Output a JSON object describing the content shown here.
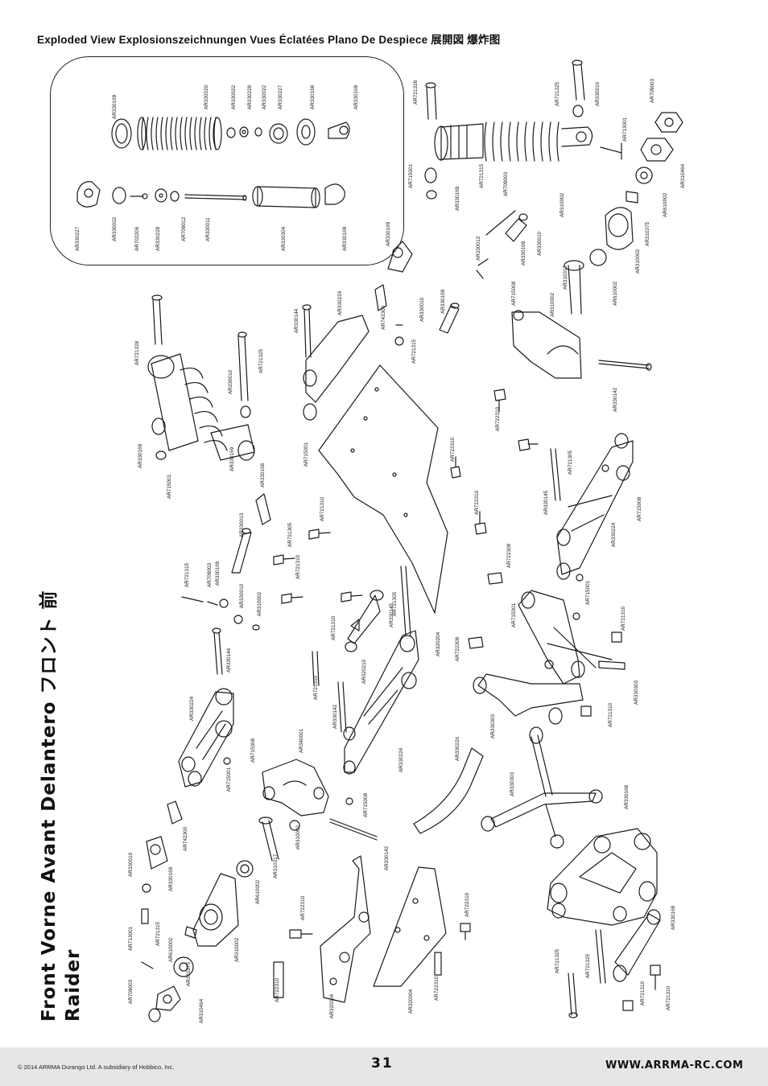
{
  "header": {
    "title": "Exploded View  Explosionszeichnungen  Vues Éclatées  Plano De Despiece  展開図  爆炸图"
  },
  "side_title": {
    "line1": "Front    Vorne    Avant    Delantero    フロント  前",
    "line2": "Raider"
  },
  "footer": {
    "copyright": "© 2014 ARRMA Durango Ltd. A subsidiary of Hobbico, Inc.",
    "page_number": "31",
    "website": "WWW.ARRMA-RC.COM"
  },
  "part_labels": {
    "inset_top": [
      "AR330169",
      "AR330020",
      "AR330022",
      "AR330228",
      "AR330022",
      "AR330227",
      "AR330168",
      "AR330169"
    ],
    "inset_bottom": [
      "AR330227",
      "AR330022",
      "AR702206",
      "AR330228",
      "AR709012",
      "AR330011",
      "AR330304",
      "AR330169"
    ],
    "right_top": [
      "AR721328",
      "AR721325",
      "AR330010",
      "AR709003",
      "AR713001",
      "AR310464",
      "AR715001",
      "AR330169",
      "AR721315",
      "AR709003",
      "AR310002",
      "AR330013",
      "AR330169",
      "AR330010",
      "AR310002",
      "AR310375",
      "AR610002",
      "AR310317",
      "AR610002",
      "AR310002",
      "AR715008"
    ],
    "center_top": [
      "AR330169",
      "AR330169",
      "AR742300",
      "AR330010",
      "AR721315",
      "AR330224",
      "AR330144",
      "AR715001"
    ],
    "left_shock": [
      "AR721328",
      "AR721325",
      "AR330010",
      "AR330169",
      "AR330169",
      "AR715001",
      "AR330168"
    ],
    "center_mid": [
      "AR330013",
      "AR721315",
      "AR709003",
      "AR330169",
      "AR330010",
      "AR310002",
      "AR721305",
      "AR721310",
      "AR721310",
      "AR722310",
      "AR722310",
      "AR722310",
      "AR722308",
      "AR330142",
      "AR721305",
      "AR330145",
      "AR715008",
      "AR330224",
      "AR715001"
    ],
    "center_low": [
      "AR320204",
      "AR722308",
      "AR721305",
      "AR330145",
      "AR721310",
      "AR320210",
      "AR721310",
      "AR330142",
      "AR330224",
      "AR715008",
      "AR715001",
      "AR721310",
      "AR330303",
      "AR330303",
      "AR721310",
      "AR330226"
    ],
    "left_low": [
      "AR330144",
      "AR330224",
      "AR715008",
      "AR715001",
      "AR340001",
      "AR742300",
      "AR330010",
      "AR330169",
      "AR310002",
      "AR310317",
      "AR610002",
      "AR330142",
      "AR713001",
      "AR721315",
      "AR610002",
      "AR310375",
      "AR310002",
      "AR709003",
      "AR310464",
      "AR722310",
      "AR320004",
      "AR722310",
      "AR320004",
      "AR722310",
      "AR722310"
    ],
    "bottom_right": [
      "AR330303",
      "AR330168",
      "AR330168",
      "AR721325",
      "AR721325",
      "AR721310",
      "AR721310"
    ]
  }
}
